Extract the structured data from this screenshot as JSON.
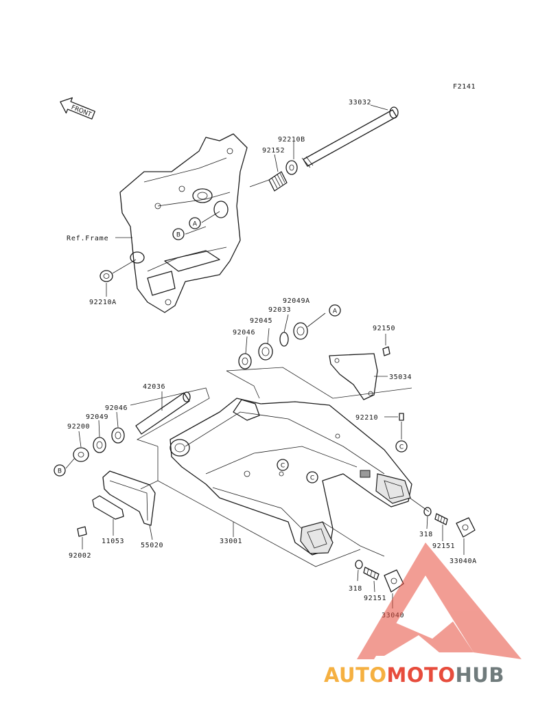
{
  "figure_code": "F2141",
  "front_label": "FRONT",
  "ref_frame_label": "Ref.Frame",
  "callouts": [
    "A",
    "B",
    "C"
  ],
  "parts": [
    "33032",
    "92210B",
    "92152",
    "92210A",
    "92049A",
    "92033",
    "92045",
    "92046",
    "92150",
    "35034",
    "42036",
    "92046",
    "92049",
    "92200",
    "92210",
    "11053",
    "55020",
    "92002",
    "33001",
    "318",
    "92151",
    "33040A",
    "318",
    "92151",
    "33040"
  ],
  "watermark": {
    "part1": "AUTO",
    "part2": "MOTO",
    "part3": "HUB",
    "colors": {
      "orange": "#f5b041",
      "red": "#e74c3c",
      "gray": "#707b7c"
    }
  }
}
